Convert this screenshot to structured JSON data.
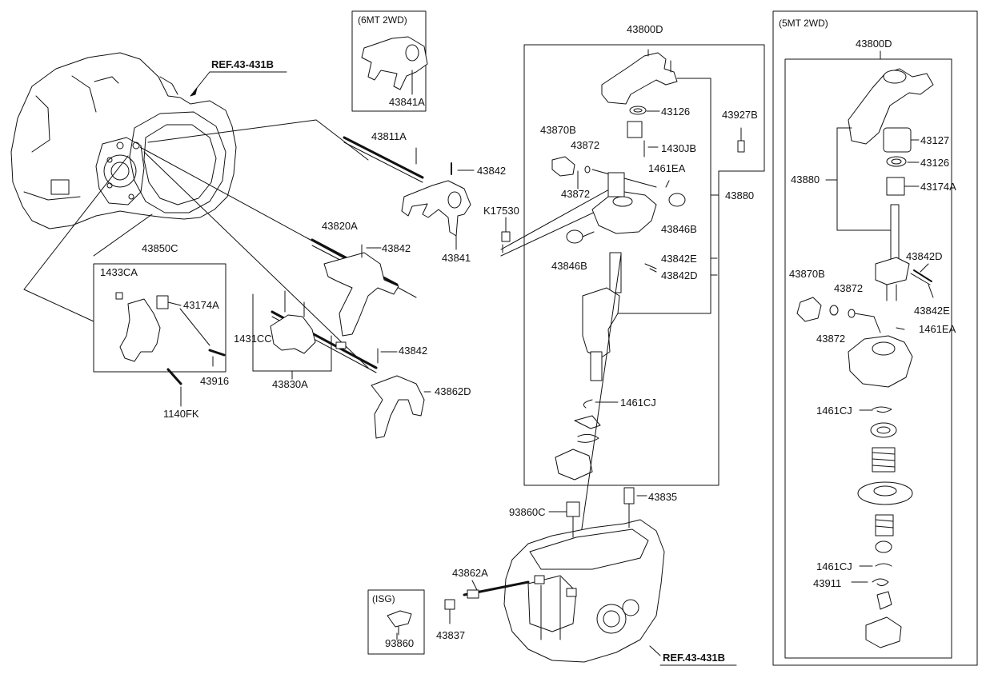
{
  "boxes": {
    "six_mt": "(6MT 2WD)",
    "five_mt": "(5MT 2WD)",
    "isg": "(ISG)"
  },
  "refs": {
    "top": "REF.43-431B",
    "bottom": "REF.43-431B"
  },
  "parts": {
    "p43841A": "43841A",
    "p43811A": "43811A",
    "p43842a": "43842",
    "p43841": "43841",
    "pK17530": "K17530",
    "p43820A": "43820A",
    "p43842b": "43842",
    "p43850C": "43850C",
    "p1433CA": "1433CA",
    "p43174Aleft": "43174A",
    "p1431CC": "1431CC",
    "p43842c": "43842",
    "p43862D": "43862D",
    "p43916": "43916",
    "p43830A": "43830A",
    "p1140FK": "1140FK",
    "p43800Dmid": "43800D",
    "p43126mid": "43126",
    "p43927B": "43927B",
    "p43870Bmid": "43870B",
    "p43872a": "43872",
    "p1430JB": "1430JB",
    "p1461EAmid": "1461EA",
    "p43872b": "43872",
    "p43880mid": "43880",
    "p43846Ba": "43846B",
    "p43846Bb": "43846B",
    "p43842Emid": "43842E",
    "p43842Dmid": "43842D",
    "p1461CJmid": "1461CJ",
    "p93860C": "93860C",
    "p43835": "43835",
    "p43862A": "43862A",
    "p43837": "43837",
    "p93860": "93860",
    "p43800Dright": "43800D",
    "p43127": "43127",
    "p43126right": "43126",
    "p43880right": "43880",
    "p43174Aright": "43174A",
    "p43842Dright": "43842D",
    "p43870Bright": "43870B",
    "p43872c": "43872",
    "p43842Eright": "43842E",
    "p43872d": "43872",
    "p1461EAright": "1461EA",
    "p1461CJa": "1461CJ",
    "p1461CJb": "1461CJ",
    "p43911": "43911"
  }
}
